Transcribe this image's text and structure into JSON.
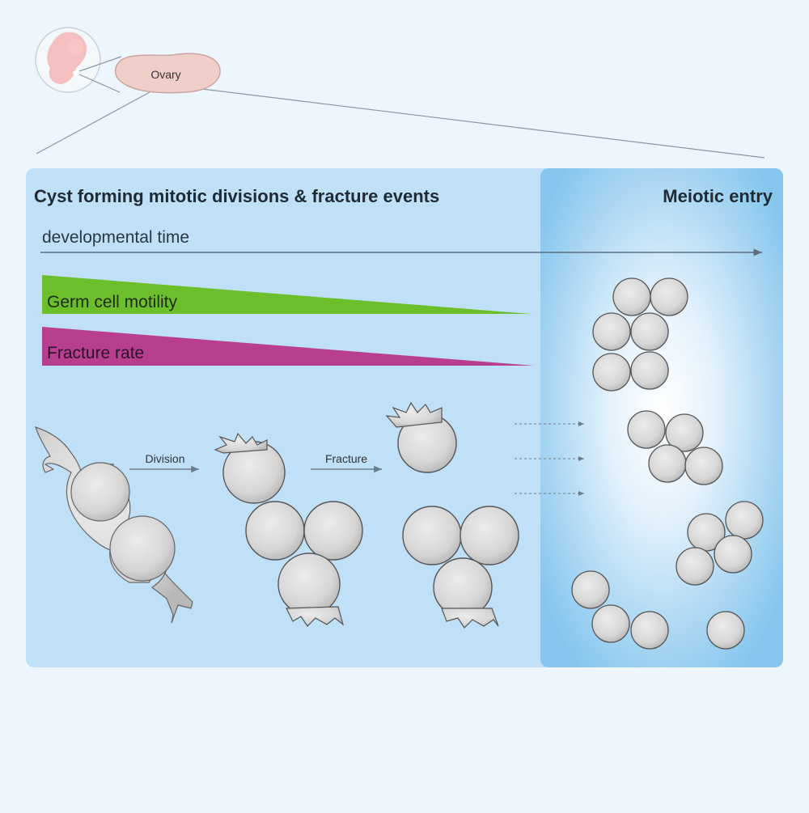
{
  "ovary_label": "Ovary",
  "left_panel": {
    "title": "Cyst forming mitotic divisions & fracture events",
    "timeline_label": "developmental time"
  },
  "right_panel": {
    "title": "Meiotic entry"
  },
  "gradients": {
    "motility": {
      "label": "Germ cell motility",
      "color": "#6cbf2a"
    },
    "fracture": {
      "label": "Fracture rate",
      "color": "#b83f8f"
    }
  },
  "steps": {
    "division": "Division",
    "fracture": "Fracture"
  },
  "colors": {
    "background": "#eef6fd",
    "panel_left": "#bfe0f7",
    "panel_right_edge": "#88c8ee",
    "cell_fill": "#d9d9d9",
    "cell_stroke": "#555555",
    "ovary_fill": "#f0cfc9"
  },
  "icons": [
    "embryo-icon",
    "ovary-icon",
    "germ-cell-icon"
  ]
}
